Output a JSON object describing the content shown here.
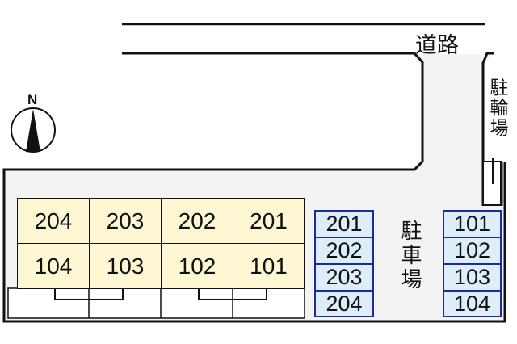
{
  "road": {
    "label": "道路"
  },
  "bike_parking": {
    "label": "駐輪場"
  },
  "car_parking": {
    "label": "駐車場"
  },
  "compass": {
    "north_label": "N"
  },
  "building": {
    "upper_row": [
      "204",
      "203",
      "202",
      "201"
    ],
    "lower_row": [
      "104",
      "103",
      "102",
      "101"
    ]
  },
  "parking_left": [
    "201",
    "202",
    "203",
    "204"
  ],
  "parking_right": [
    "101",
    "102",
    "103",
    "104"
  ],
  "colors": {
    "unit_fill": "#fdf8d3",
    "parking_fill": "#ddeefa",
    "parking_border": "#1e2aa0",
    "lot_fill": "#f3f3f3",
    "line": "#111111"
  }
}
